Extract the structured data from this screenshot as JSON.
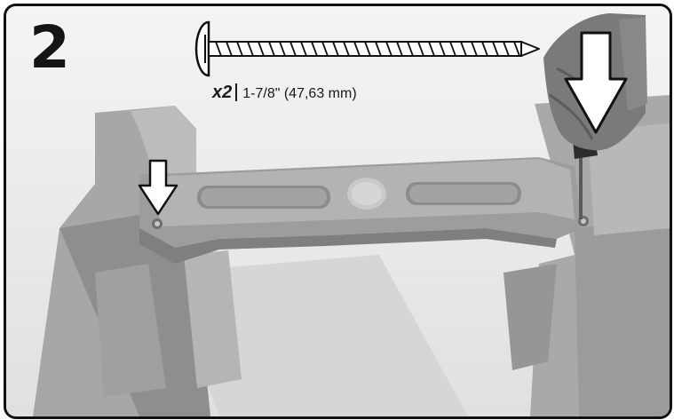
{
  "step": {
    "number": "2"
  },
  "hardware": {
    "quantity": "x2",
    "length": "1-7/8\" (47,63 mm)"
  },
  "icons": {
    "screw": "screw-icon",
    "arrow_left": "down-arrow-icon",
    "arrow_right": "down-arrow-icon"
  },
  "colors": {
    "border": "#111111",
    "plastic": "#9a9a9a",
    "arrow_fill": "#ffffff"
  }
}
